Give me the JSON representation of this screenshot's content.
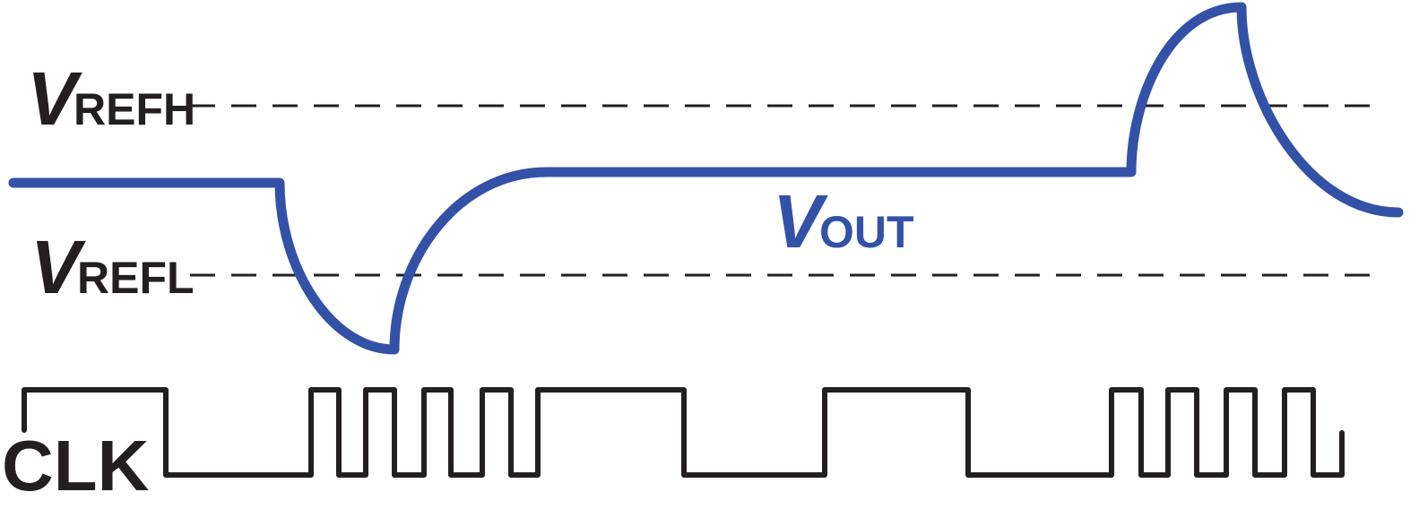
{
  "labels": {
    "vrefh": {
      "main": "V",
      "sub": "REFH"
    },
    "vrefl": {
      "main": "V",
      "sub": "REFL"
    },
    "vout": {
      "main": "V",
      "sub": "OUT"
    },
    "clk": "CLK"
  },
  "colors": {
    "vout": "#3451a8",
    "line": "#231f20"
  }
}
